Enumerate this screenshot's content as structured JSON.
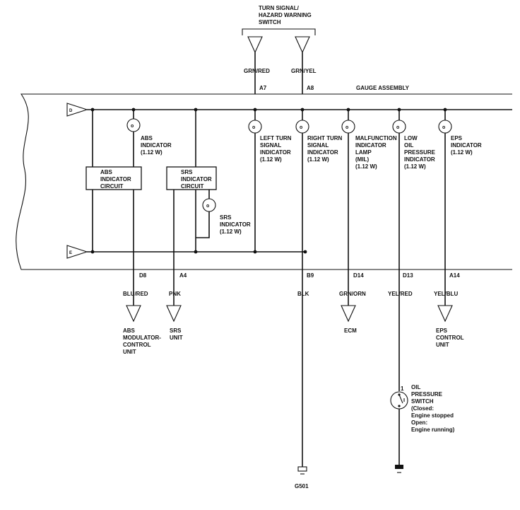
{
  "switch_label": [
    "TURN SIGNAL/",
    "HAZARD WARNING",
    "SWITCH"
  ],
  "assembly_label": "GAUGE ASSEMBLY",
  "rail_d": "D",
  "rail_e": "E",
  "top_connectors": [
    {
      "wire": "GRN/RED",
      "pin": "A7"
    },
    {
      "wire": "GRN/YEL",
      "pin": "A8"
    }
  ],
  "bottom_connectors": [
    {
      "pin": "D8",
      "wire": "BLU/RED",
      "dest": [
        "ABS",
        "MODULATOR-",
        "CONTROL",
        "UNIT"
      ]
    },
    {
      "pin": "A4",
      "wire": "PNK",
      "dest": [
        "SRS",
        "UNIT"
      ]
    },
    {
      "pin": "B9",
      "wire": "BLK",
      "dest": []
    },
    {
      "pin": "D14",
      "wire": "GRN/ORN",
      "dest": [
        "ECM"
      ]
    },
    {
      "pin": "D13",
      "wire": "YEL/RED",
      "dest": []
    },
    {
      "pin": "A14",
      "wire": "YEL/BLU",
      "dest": [
        "EPS",
        "CONTROL",
        "UNIT"
      ]
    }
  ],
  "indicators": {
    "abs": [
      "ABS",
      "INDICATOR",
      "(1.12 W)"
    ],
    "srs": [
      "SRS",
      "INDICATOR",
      "(1.12 W)"
    ],
    "left_turn": [
      "LEFT TURN",
      "SIGNAL",
      "INDICATOR",
      "(1.12 W)"
    ],
    "right_turn": [
      "RIGHT TURN",
      "SIGNAL",
      "INDICATOR",
      "(1.12 W)"
    ],
    "mil": [
      "MALFUNCTION",
      "INDICATOR",
      "LAMP",
      "(MIL)",
      "(1.12 W)"
    ],
    "low_oil": [
      "LOW",
      "OIL",
      "PRESSURE",
      "INDICATOR",
      "(1.12 W)"
    ],
    "eps": [
      "EPS",
      "INDICATOR",
      "(1.12 W)"
    ]
  },
  "circuits": {
    "abs": [
      "ABS",
      "INDICATOR",
      "CIRCUIT"
    ],
    "srs": [
      "SRS",
      "INDICATOR",
      "CIRCUIT"
    ]
  },
  "oil_switch": {
    "pin": "1",
    "label": [
      "OIL",
      "PRESSURE",
      "SWITCH",
      "(Closed:",
      "Engine stopped",
      "Open:",
      "Engine running)"
    ]
  },
  "ground": "G501"
}
